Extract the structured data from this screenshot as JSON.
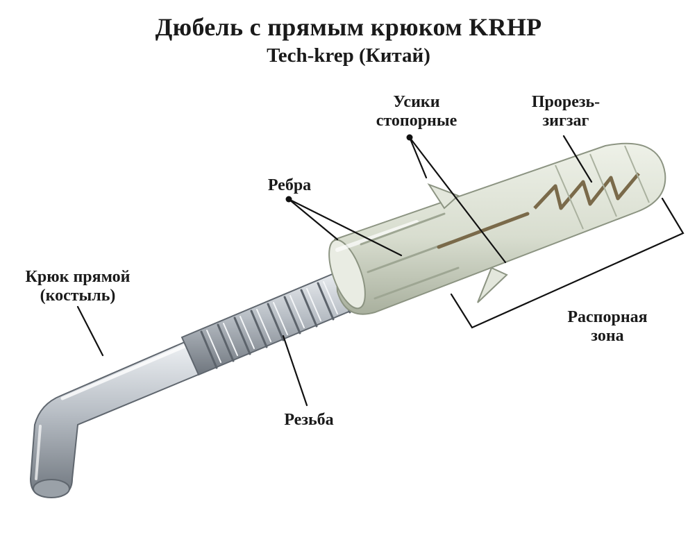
{
  "title": "Дюбель с прямым крюком KRHP",
  "subtitle": "Tech-krep (Китай)",
  "labels": {
    "hook_line1": "Крюк прямой",
    "hook_line2": "(костыль)",
    "ribs": "Ребра",
    "whiskers_line1": "Усики",
    "whiskers_line2": "стопорные",
    "slot_line1": "Прорезь-",
    "slot_line2": "зигзаг",
    "expansion_line1": "Распорная",
    "expansion_line2": "зона",
    "thread": "Резьба"
  },
  "colors": {
    "dowel": "#dde3d4",
    "dowel_shadow": "#aeb6a2",
    "metal": "#c9ced4",
    "metal_dark": "#7f868e",
    "line": "#111111"
  }
}
